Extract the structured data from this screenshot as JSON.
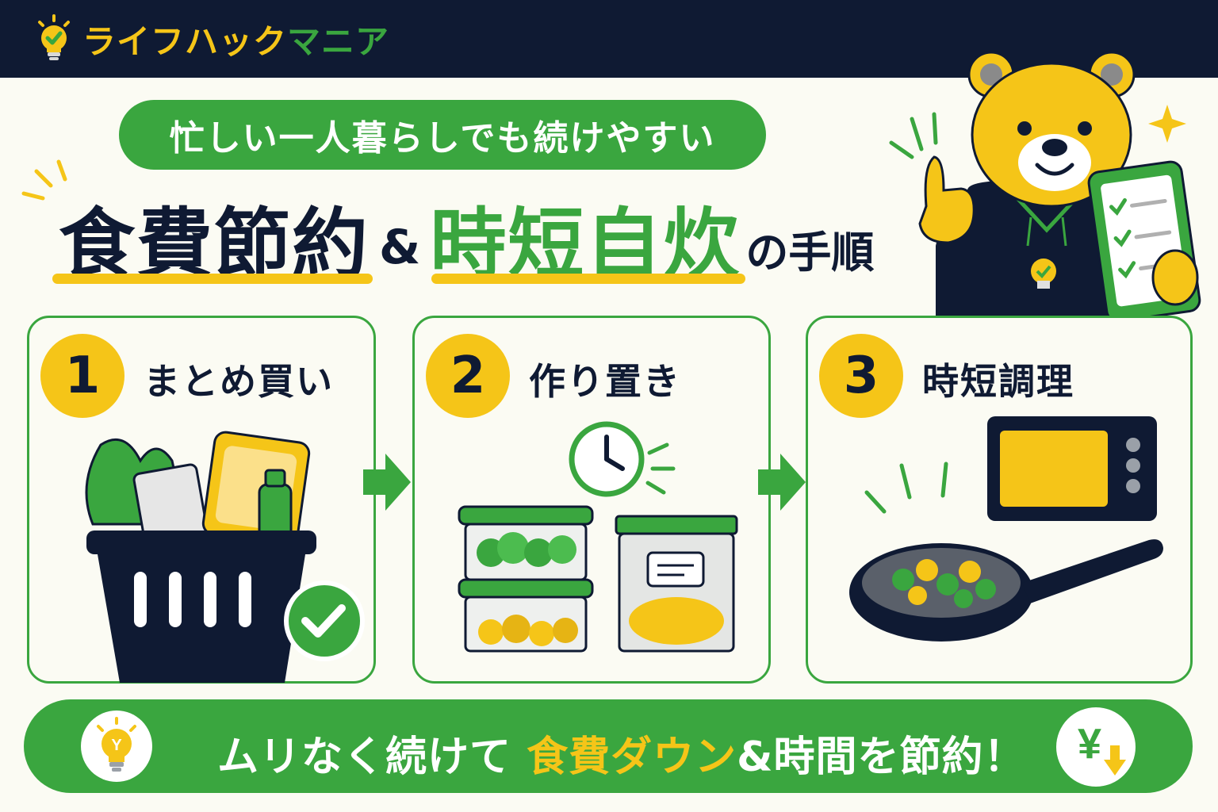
{
  "header": {
    "brand_part1": "ライフハック",
    "brand_part2": "マニア"
  },
  "subtitle": "忙しい一人暮らしでも続けやすい",
  "title": {
    "part1": "食費節約",
    "amp": "&",
    "part2": "時短自炊",
    "part3": "の手順"
  },
  "steps": [
    {
      "number": "1",
      "label": "まとめ買い"
    },
    {
      "number": "2",
      "label": "作り置き"
    },
    {
      "number": "3",
      "label": "時短調理"
    }
  ],
  "banner": {
    "part1": "ムリなく続けて ",
    "part2": "食費ダウン",
    "part3": "&時間を節約！"
  },
  "icons": {
    "brand": "lightbulb-check-icon",
    "banner_left": "lightbulb-icon",
    "banner_right": "yen-down-icon"
  },
  "colors": {
    "navy": "#0f1a33",
    "green": "#3aa63f",
    "yellow": "#f5c518",
    "background": "#fbfbf3"
  }
}
